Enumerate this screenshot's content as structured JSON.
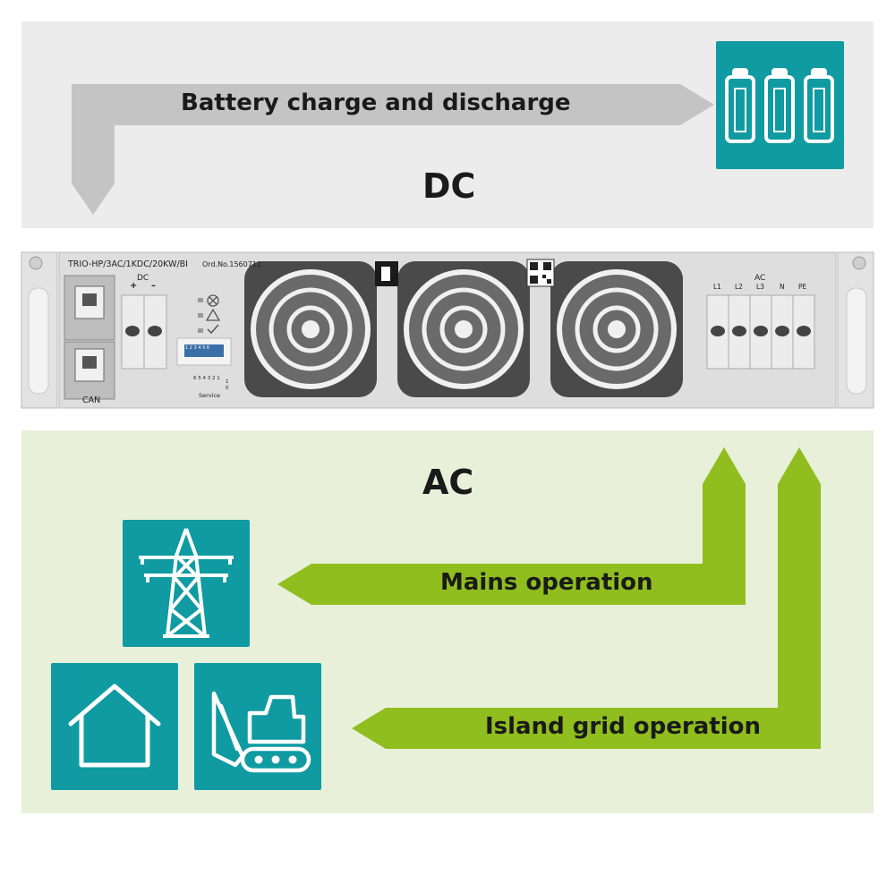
{
  "dc": {
    "title": "DC",
    "arrow_label": "Battery charge and discharge"
  },
  "ac": {
    "title": "AC",
    "mains_label": "Mains operation",
    "island_label": "Island grid operation"
  },
  "device": {
    "model": "TRIO-HP/3AC/1KDC/20KW/BI",
    "order_no": "Ord.No.1560712",
    "dc_label": "DC",
    "dc_plus": "+",
    "dc_minus": "–",
    "can_label": "CAN",
    "service_label": "Service",
    "dip_numbers_top": "6 5 4 3 2 1",
    "dip_numbers_inner": "1 2 3 4 5 6",
    "dip_one": "1",
    "dip_zero": "0",
    "ac_label": "AC",
    "terminals": [
      "L1",
      "L2",
      "L3",
      "N",
      "PE"
    ]
  },
  "colors": {
    "teal": "#0f9ba1",
    "green_arrow": "#8fbe1e",
    "grey_arrow": "#c4c4c4",
    "dc_band": "#ececec",
    "ac_band": "#e8f0da"
  },
  "icons": [
    "battery-icon",
    "power-pylon-icon",
    "house-icon",
    "excavator-icon",
    "fan-icon"
  ]
}
